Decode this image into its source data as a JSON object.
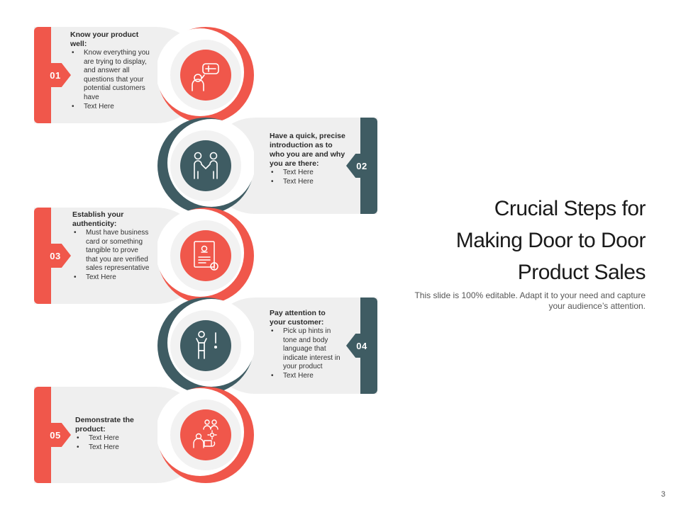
{
  "colors": {
    "red": "#f0574b",
    "teal": "#3f5c63",
    "panel": "#efefef"
  },
  "title_lines": [
    "Crucial Steps for",
    "Making Door to Door",
    "Product Sales"
  ],
  "subtitle": "This slide is 100% editable. Adapt it to your need and capture your audience’s attention.",
  "page_number": "3",
  "steps": [
    {
      "number": "01",
      "heading": "Know your product well:",
      "bullets": [
        "Know everything you are trying to display, and answer all questions that your potential customers have",
        "Text Here"
      ],
      "icon": "salesperson-product-icon"
    },
    {
      "number": "02",
      "heading": "Have a quick, precise introduction as to who you are and why you are there:",
      "bullets": [
        "Text Here",
        "Text Here"
      ],
      "icon": "handshake-icon"
    },
    {
      "number": "03",
      "heading": "Establish your authenticity:",
      "bullets": [
        "Must have business card or something tangible to prove that you are verified sales representative",
        "Text Here"
      ],
      "icon": "certificate-icon"
    },
    {
      "number": "04",
      "heading": "Pay attention to your customer:",
      "bullets": [
        "Pick up hints in tone and body language that indicate interest in your product",
        "Text Here"
      ],
      "icon": "attention-person-icon"
    },
    {
      "number": "05",
      "heading": "Demonstrate the product:",
      "bullets": [
        "Text Here",
        "Text Here"
      ],
      "icon": "product-demo-icon"
    }
  ]
}
